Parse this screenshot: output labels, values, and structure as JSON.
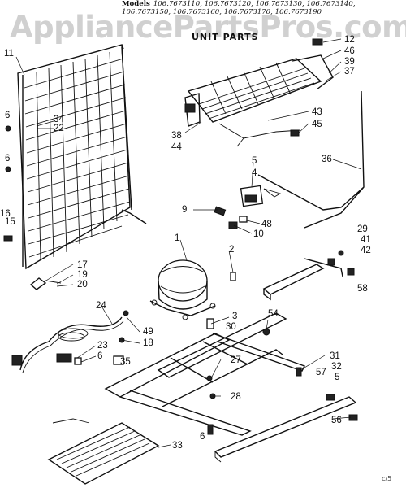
{
  "header": {
    "models_label": "Models",
    "model_lines": [
      "106.7673110, 106.7673120, 106.7673130, 106.7673140,",
      "106.7673150, 106.7673160, 106.7673170, 106.7673190"
    ]
  },
  "section_title": "UNIT PARTS",
  "watermark": "AppliancePartsPros.com",
  "footer_code": "c/5",
  "callouts": [
    {
      "id": "c12",
      "text": "12"
    },
    {
      "id": "c46",
      "text": "46"
    },
    {
      "id": "c39",
      "text": "39"
    },
    {
      "id": "c37",
      "text": "37"
    },
    {
      "id": "c43",
      "text": "43"
    },
    {
      "id": "c45",
      "text": "45"
    },
    {
      "id": "c38",
      "text": "38"
    },
    {
      "id": "c44",
      "text": "44"
    },
    {
      "id": "c11",
      "text": "11"
    },
    {
      "id": "c6a",
      "text": "6"
    },
    {
      "id": "c34",
      "text": "34"
    },
    {
      "id": "c22",
      "text": "22"
    },
    {
      "id": "c6b",
      "text": "6"
    },
    {
      "id": "c16",
      "text": "16"
    },
    {
      "id": "c15",
      "text": "15"
    },
    {
      "id": "c36",
      "text": "36"
    },
    {
      "id": "c5",
      "text": "5"
    },
    {
      "id": "c4",
      "text": "4"
    },
    {
      "id": "c9",
      "text": "9"
    },
    {
      "id": "c48",
      "text": "48"
    },
    {
      "id": "c10",
      "text": "10"
    },
    {
      "id": "c1",
      "text": "1"
    },
    {
      "id": "c2",
      "text": "2"
    },
    {
      "id": "c29",
      "text": "29"
    },
    {
      "id": "c41",
      "text": "41"
    },
    {
      "id": "c42",
      "text": "42"
    },
    {
      "id": "c58",
      "text": "58"
    },
    {
      "id": "c17",
      "text": "17"
    },
    {
      "id": "c19",
      "text": "19"
    },
    {
      "id": "c20",
      "text": "20"
    },
    {
      "id": "c24",
      "text": "24"
    },
    {
      "id": "c49",
      "text": "49"
    },
    {
      "id": "c18",
      "text": "18"
    },
    {
      "id": "c3",
      "text": "3"
    },
    {
      "id": "c30",
      "text": "30"
    },
    {
      "id": "c54",
      "text": "54"
    },
    {
      "id": "c23",
      "text": "23"
    },
    {
      "id": "c6c",
      "text": "6"
    },
    {
      "id": "c35",
      "text": "35"
    },
    {
      "id": "c27",
      "text": "27"
    },
    {
      "id": "c28",
      "text": "28"
    },
    {
      "id": "c31",
      "text": "31"
    },
    {
      "id": "c57",
      "text": "57"
    },
    {
      "id": "c32",
      "text": "32"
    },
    {
      "id": "c5b",
      "text": "5"
    },
    {
      "id": "c6d",
      "text": "6"
    },
    {
      "id": "c33",
      "text": "33"
    },
    {
      "id": "c56",
      "text": "56"
    }
  ]
}
